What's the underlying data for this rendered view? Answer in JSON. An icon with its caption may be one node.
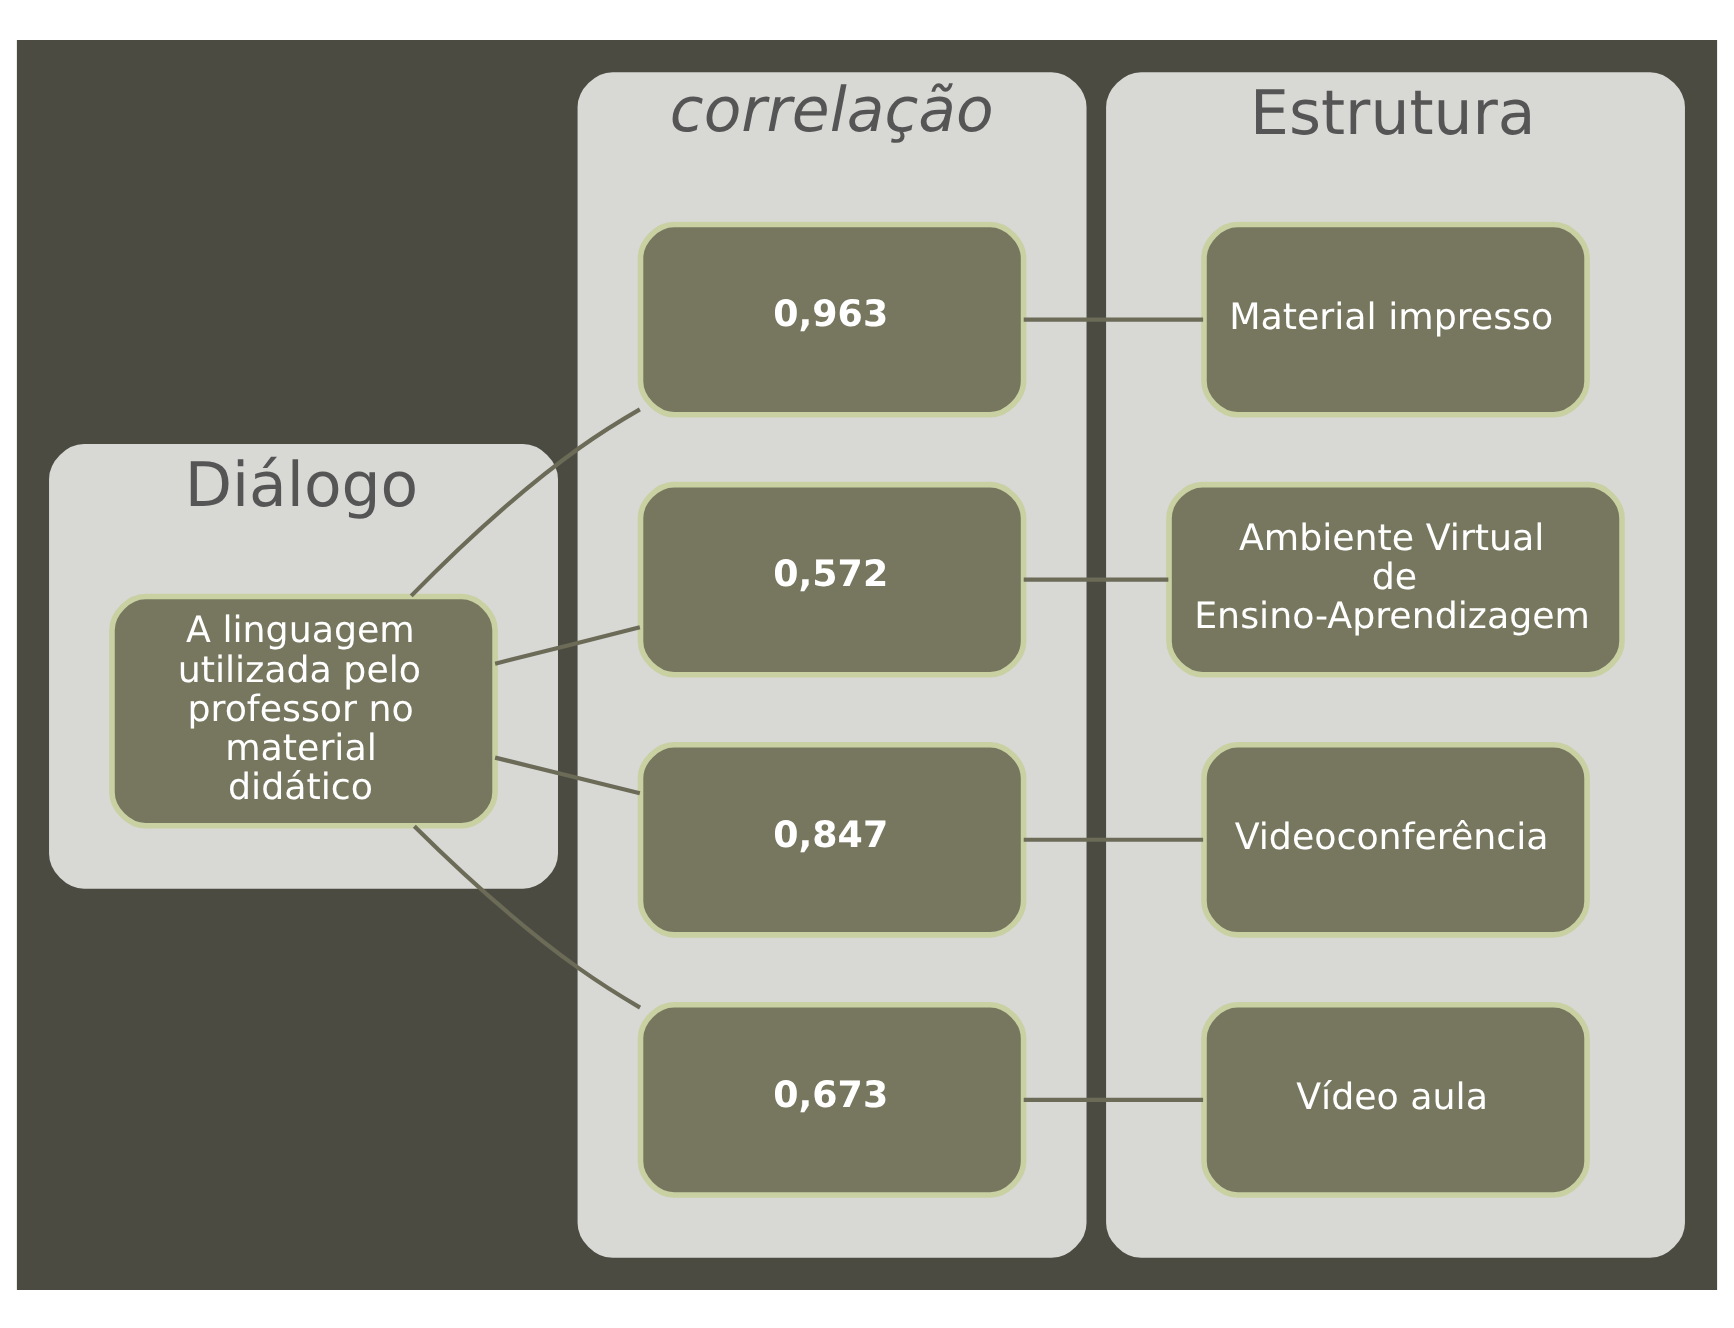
{
  "diagram": {
    "nodes": [
      {
        "text": [
          "Diálogo"
        ]
      },
      {
        "text": [
          "A linguagem utilizada pelo professor no material didático"
        ],
        "in": 0
      },
      {
        "text": [
          "correlação"
        ]
      },
      {
        "text": [
          "0,963"
        ],
        "in": 2
      },
      {
        "text": [
          "0,572"
        ],
        "in": 2
      },
      {
        "text": [
          "0,847"
        ],
        "in": 2
      },
      {
        "text": [
          "0,673"
        ],
        "in": 2
      },
      {
        "text": [
          "Estrutura"
        ]
      },
      {
        "text": [
          "Material impresso"
        ],
        "in": 7
      },
      {
        "text": [
          "Ambiente Virtual de Ensino-Aprendizagem"
        ],
        "in": 7
      },
      {
        "text": [
          "Videoconferência"
        ],
        "in": 7
      },
      {
        "text": [
          "Vídeo aula"
        ],
        "in": 7
      }
    ],
    "edges": [
      {
        "from": 1,
        "to": 3,
        "arrow": "none"
      },
      {
        "from": 1,
        "to": 4,
        "arrow": "none"
      },
      {
        "from": 1,
        "to": 5,
        "arrow": "none"
      },
      {
        "from": 1,
        "to": 6,
        "arrow": "none"
      },
      {
        "from": 3,
        "to": 8,
        "arrow": "none"
      },
      {
        "from": 4,
        "to": 9,
        "arrow": "none"
      },
      {
        "from": 5,
        "to": 10,
        "arrow": "none"
      },
      {
        "from": 6,
        "to": 11,
        "arrow": "none"
      }
    ]
  }
}
